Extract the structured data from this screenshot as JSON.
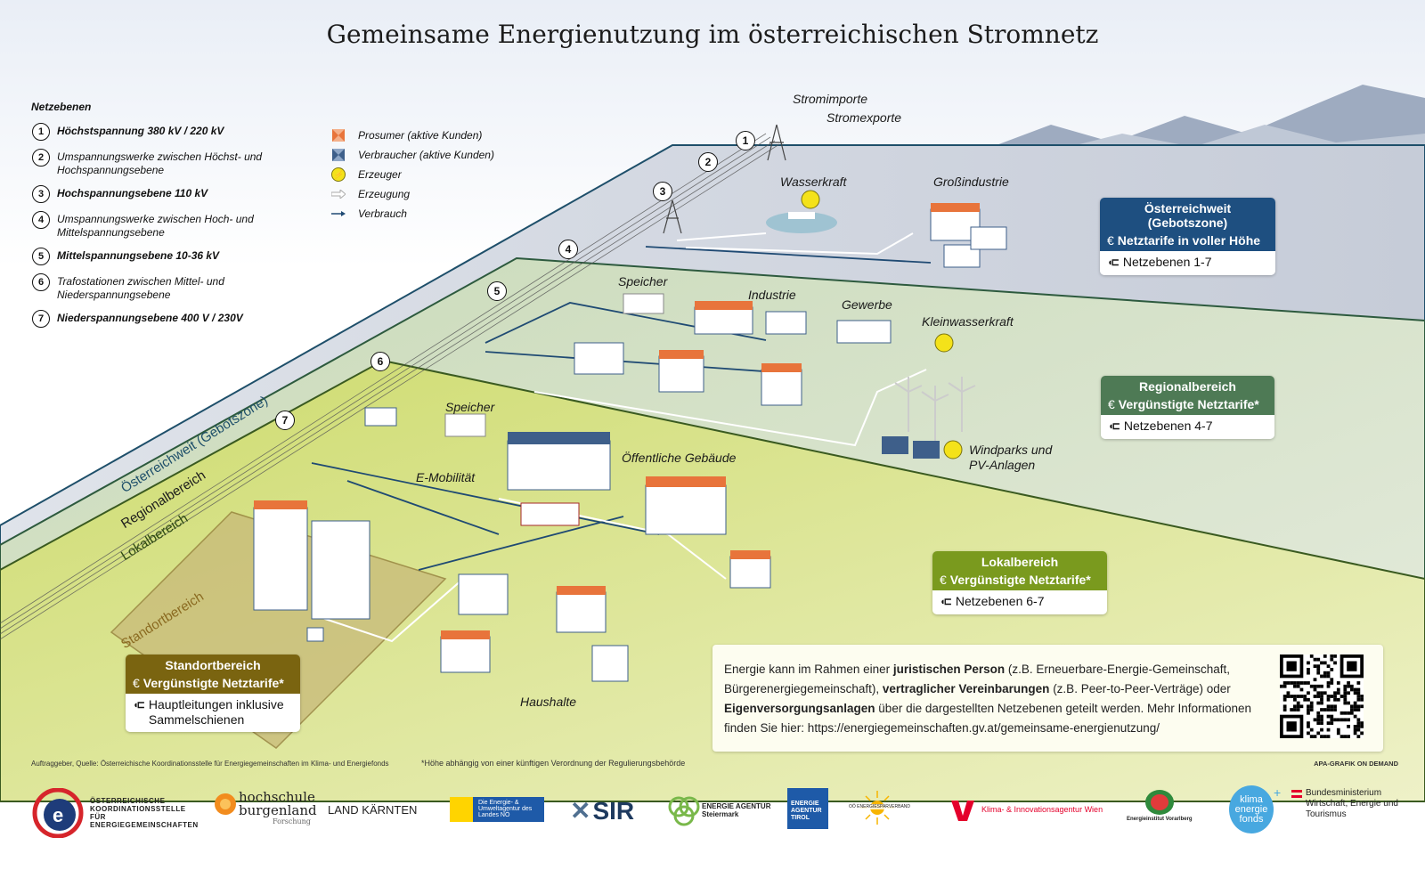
{
  "title": "Gemeinsame Energienutzung im österreichischen Stromnetz",
  "legend": {
    "heading": "Netzebenen",
    "levels": [
      {
        "n": "1",
        "text": "Höchstspannung 380 kV / 220 kV",
        "bold": true
      },
      {
        "n": "2",
        "text": "Umspannungswerke zwischen Höchst- und Hochspannungsebene",
        "bold": false
      },
      {
        "n": "3",
        "text": "Hochspannungsebene 110 kV",
        "bold": true
      },
      {
        "n": "4",
        "text": "Umspannungswerke zwischen Hoch- und Mittelspannungsebene",
        "bold": false
      },
      {
        "n": "5",
        "text": "Mittelspannungsebene 10-36 kV",
        "bold": true
      },
      {
        "n": "6",
        "text": "Trafostationen zwischen Mittel- und Niederspannungsebene",
        "bold": false
      },
      {
        "n": "7",
        "text": "Niederspannungsebene 400 V / 230V",
        "bold": true
      }
    ],
    "symbols": [
      {
        "icon": "prosumer-icon",
        "label": "Prosumer (aktive Kunden)",
        "color": "#e8743b"
      },
      {
        "icon": "consumer-icon",
        "label": "Verbraucher (aktive Kunden)",
        "color": "#3e5f8a"
      },
      {
        "icon": "generator-bolt-icon",
        "label": "Erzeuger",
        "color": "#f4e21a"
      },
      {
        "icon": "generation-arrow-icon",
        "label": "Erzeugung",
        "color": "#cccccc"
      },
      {
        "icon": "consumption-arrow-icon",
        "label": "Verbrauch",
        "color": "#1f4a73"
      }
    ]
  },
  "map": {
    "imports": "Stromimporte",
    "exports": "Stromexporte",
    "labels": {
      "wasserkraft": "Wasserkraft",
      "grossindustrie": "Großindustrie",
      "speicher_regional": "Speicher",
      "industrie": "Industrie",
      "gewerbe": "Gewerbe",
      "kleinwasserkraft": "Kleinwasserkraft",
      "speicher_lokal": "Speicher",
      "emobilitaet": "E-Mobilität",
      "oeffentliche": "Öffentliche Gebäude",
      "windparks": "Windparks und PV-Anlagen",
      "haushalte": "Haushalte"
    },
    "zones": {
      "oesterreich": "Österreichweit (Gebotszone)",
      "regional": "Regionalbereich",
      "lokal": "Lokalbereich",
      "standort": "Standortbereich"
    }
  },
  "boxes": {
    "austria": {
      "title": "Österreichweit (Gebotszone)",
      "tariff": "Netztarife in voller Höhe",
      "levels": "Netzebenen 1-7",
      "color": "#1e4f80"
    },
    "regional": {
      "title": "Regionalbereich",
      "tariff": "Vergünstigte Netztarife*",
      "levels": "Netzebenen 4-7",
      "color": "#4e7a55"
    },
    "lokal": {
      "title": "Lokalbereich",
      "tariff": "Vergünstigte Netztarife*",
      "levels": "Netzebenen 6-7",
      "color": "#7a9a1e"
    },
    "standort": {
      "title": "Standortbereich",
      "tariff": "Vergünstigte Netztarife*",
      "levels": "Hauptleitungen inklusive Sammelschienen",
      "color": "#7a6410"
    }
  },
  "currency_symbol": "€",
  "info": {
    "p1": "Energie kann im Rahmen einer ",
    "b1": "juristischen Person",
    "p2": " (z.B. Erneuerbare-Energie-Gemeinschaft, Bürgerenergiegemeinschaft), ",
    "b2": "vertraglicher Vereinbarungen",
    "p3": " (z.B. Peer-to-Peer-Verträge) oder ",
    "b3": "Eigenversorgungsanlagen",
    "p4": " über die dargestellten Netzebenen geteilt werden. Mehr Informationen finden Sie hier: https://energiegemeinschaften.gv.at/gemeinsame-energienutzung/"
  },
  "footer": {
    "source": "Auftraggeber, Quelle: Österreichische Koordinationsstelle für Energiegemeinschaften im Klima- und Energiefonds",
    "note": "*Höhe abhängig von einer künftigen Verordnung der Regulierungsbehörde",
    "apa": "APA-GRAFIK ON DEMAND"
  },
  "logos": [
    "ÖSTERREICHISCHE KOORDINATIONSSTELLE FÜR ENERGIEGEMEINSCHAFTEN",
    "hochschule burgenland",
    "Forschung",
    "LAND KÄRNTEN",
    "Die Energie- & Umweltagentur des Landes NÖ",
    "SIR",
    "ENERGIE AGENTUR Steiermark",
    "ENERGIE AGENTUR TIROL",
    "OÖ ENERGIESPARVERBAND",
    "Klima- & Innovationsagentur Wien",
    "Energieinstitut Vorarlberg",
    "klima energie fonds",
    "Bundesministerium Wirtschaft, Energie und Tourismus"
  ]
}
